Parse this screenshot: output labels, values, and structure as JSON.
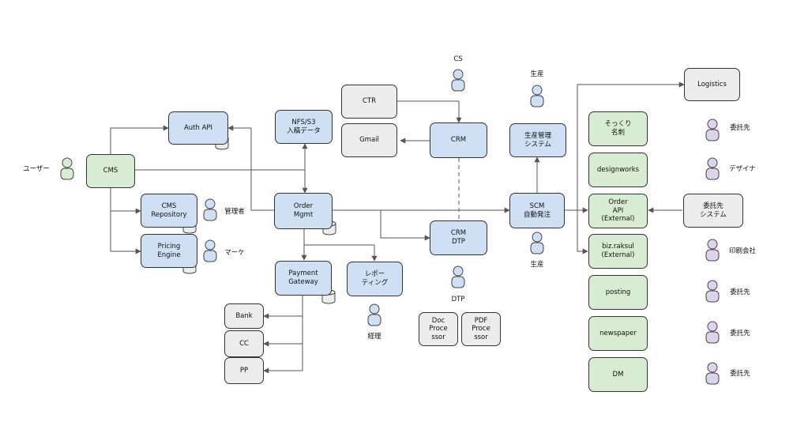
{
  "nodes": {
    "cms": "CMS",
    "auth_api": "Auth API",
    "cms_repository": "CMS\nRepository",
    "pricing_engine": "Pricing\nEngine",
    "nfs_s3": "NFS/S3\n入稿データ",
    "order_mgmt": "Order\nMgmt",
    "payment_gateway": "Payment\nGateway",
    "reporting": "レポー\nティング",
    "bank": "Bank",
    "cc": "CC",
    "pp": "PP",
    "ctr": "CTR",
    "gmail": "Gmail",
    "crm": "CRM",
    "crm_dtp": "CRM\nDTP",
    "doc_processor": "Doc\nProce\nssor",
    "pdf_processor": "PDF\nProce\nssor",
    "production_mgmt": "生産管理\nシステム",
    "scm": "SCM\n自動発注",
    "logistics": "Logistics",
    "sokkuri": "そっくり\n名刺",
    "designworks": "designworks",
    "order_api": "Order\nAPI\n(External)",
    "biz_raksul": "biz.raksul\n(External)",
    "posting": "posting",
    "newspaper": "newspaper",
    "dm": "DM",
    "partner_system": "委託先\nシステム"
  },
  "actors": {
    "user": "ユーザー",
    "admin": "管理者",
    "marketing": "マーケ",
    "accounting": "経理",
    "cs": "CS",
    "dtp": "DTP",
    "production_top": "生産",
    "production_bottom": "生産",
    "contractor_1": "委託先",
    "designer": "デザイナ",
    "printing_company": "印刷会社",
    "contractor_2": "委託先",
    "contractor_3": "委託先",
    "contractor_4": "委託先"
  },
  "colors": {
    "blue_box": "#cfe0f5",
    "green_box": "#d8ecd3",
    "gray_box": "#ececec",
    "actor_blue": "#cfe0f5",
    "actor_green": "#d8ecd3",
    "actor_purple": "#ddd3ec",
    "line": "#555555"
  }
}
